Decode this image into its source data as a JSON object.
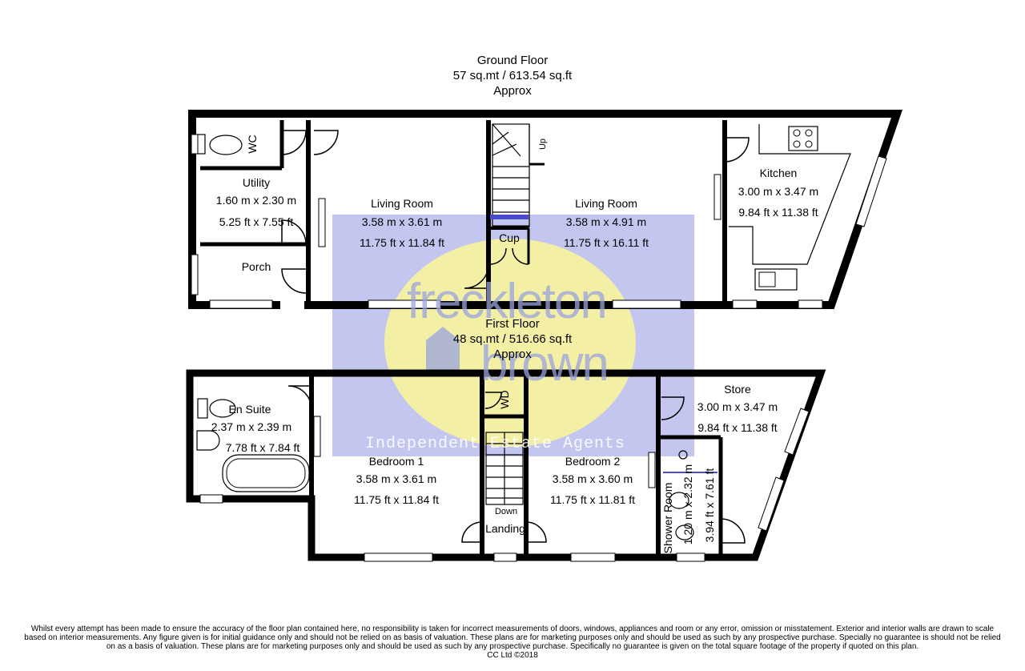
{
  "ground_floor": {
    "title": "Ground Floor",
    "area": "57 sq.mt / 613.54 sq.ft",
    "approx": "Approx",
    "rooms": {
      "wc": {
        "name": "WC"
      },
      "utility": {
        "name": "Utility",
        "metric": "1.60 m x 2.30 m",
        "imperial": "5.25 ft x 7.55 ft"
      },
      "porch": {
        "name": "Porch"
      },
      "living_room_1": {
        "name": "Living Room",
        "metric": "3.58 m x 3.61 m",
        "imperial": "11.75 ft x 11.84 ft"
      },
      "cup": {
        "name": "Cup"
      },
      "living_room_2": {
        "name": "Living Room",
        "metric": "3.58 m x 4.91 m",
        "imperial": "11.75 ft x 16.11 ft"
      },
      "kitchen": {
        "name": "Kitchen",
        "metric": "3.00 m x 3.47 m",
        "imperial": "9.84 ft x 11.38 ft"
      },
      "stairs": {
        "name": "Up"
      }
    }
  },
  "first_floor": {
    "title": "First Floor",
    "area": "48 sq.mt / 516.66 sq.ft",
    "approx": "Approx",
    "rooms": {
      "en_suite": {
        "name": "En Suite",
        "metric": "2.37 m x 2.39 m",
        "imperial": "7.78 ft x 7.84 ft"
      },
      "bedroom_1": {
        "name": "Bedroom 1",
        "metric": "3.58 m x 3.61 m",
        "imperial": "11.75 ft x 11.84 ft"
      },
      "wd": {
        "name": "WD"
      },
      "stairs": {
        "name": "Down"
      },
      "landing": {
        "name": "Landing"
      },
      "bedroom_2": {
        "name": "Bedroom 2",
        "metric": "3.58 m x 3.60 m",
        "imperial": "11.75 ft x 11.81 ft"
      },
      "store": {
        "name": "Store",
        "metric": "3.00 m x 3.47 m",
        "imperial": "9.84 ft x 11.38 ft"
      },
      "shower_room": {
        "name": "Shower Room",
        "metric": "1.20 m x 2.32 m",
        "imperial": "3.94 ft x 7.61 ft"
      }
    }
  },
  "watermark": {
    "line1": "freckleton",
    "line2": "brown",
    "tagline": "Independent Estate Agents"
  },
  "disclaimer": {
    "line1": "Whilst every attempt has been made to ensure the accuracy of the floor plan contained here, no responsibility is taken for incorrect measurements of doors, windows, appliances and room or any error, omission or misstatement. Exterior and interior walls are drawn to scale",
    "line2": "based on interior measurements. Any figure given is for initial guidance only and should not be relied on as basis of valuation. These plans are for marketing purposes only and should be used as such by any prospective purchase. Specially no guarantee is should not be relied",
    "line3": "on as a basis of valuation. These plans are for marketing purposes only and should be used as such by any prospective purchase. Specifically no guarantee is given on the total square footage of the property if quoted on this plan.",
    "line4": "CC Ltd ©2018"
  },
  "colors": {
    "wall": "#000000",
    "watermark_rect": "#c3c6ee",
    "watermark_circle": "#f3f0a6",
    "watermark_text": "#9aa3dd",
    "window": "#ffffff"
  }
}
